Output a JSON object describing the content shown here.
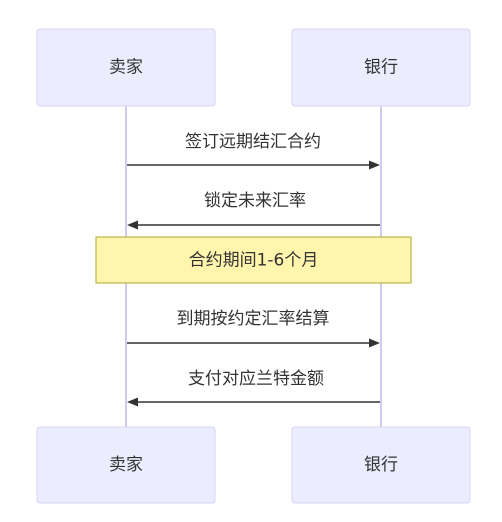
{
  "participants": {
    "seller": "卖家",
    "bank": "银行"
  },
  "messages": [
    {
      "from": "seller",
      "to": "bank",
      "text": "签订远期结汇合约"
    },
    {
      "from": "bank",
      "to": "seller",
      "text": "锁定未来汇率"
    },
    {
      "from": "seller",
      "to": "bank",
      "text": "到期按约定汇率结算"
    },
    {
      "from": "bank",
      "to": "seller",
      "text": "支付对应兰特金额"
    }
  ],
  "note": {
    "text": "合约期间1-6个月"
  }
}
